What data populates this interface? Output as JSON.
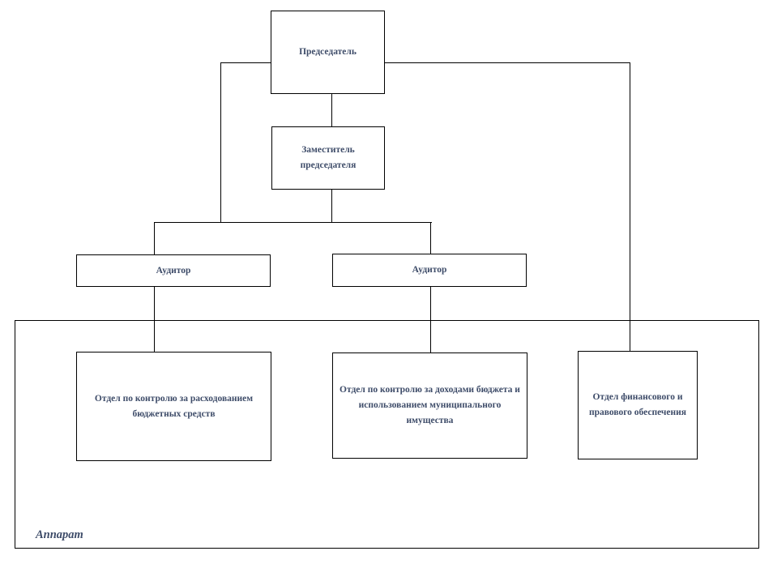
{
  "colors": {
    "background": "#ffffff",
    "line": "#000000",
    "label": "#3e4c69"
  },
  "org_chart": {
    "type": "organizational-chart",
    "nodes": {
      "chairman": {
        "label": "Председатель"
      },
      "deputy_chairman": {
        "label": "Заместитель председателя"
      },
      "auditor_left": {
        "label": "Аудитор"
      },
      "auditor_right": {
        "label": "Аудитор"
      },
      "dept_budget_spending": {
        "label": "Отдел по контролю за расходованием бюджетных средств"
      },
      "dept_budget_income": {
        "label": "Отдел по контролю за доходами бюджета и использованием муниципального имущества"
      },
      "dept_finance_legal": {
        "label": "Отдел финансового и правового обеспечения"
      },
      "apparatus_group": {
        "label": "Аппарат"
      }
    },
    "edges": [
      {
        "from": "chairman",
        "to": "deputy_chairman"
      },
      {
        "from": "chairman",
        "to": "auditor_left"
      },
      {
        "from": "chairman",
        "to": "auditor_right"
      },
      {
        "from": "chairman",
        "to": "dept_finance_legal"
      },
      {
        "from": "deputy_chairman",
        "to": "auditor_left"
      },
      {
        "from": "deputy_chairman",
        "to": "auditor_right"
      },
      {
        "from": "auditor_left",
        "to": "dept_budget_spending"
      },
      {
        "from": "auditor_right",
        "to": "dept_budget_income"
      },
      {
        "from": "apparatus_group",
        "contains": [
          "dept_budget_spending",
          "dept_budget_income",
          "dept_finance_legal"
        ]
      }
    ]
  }
}
